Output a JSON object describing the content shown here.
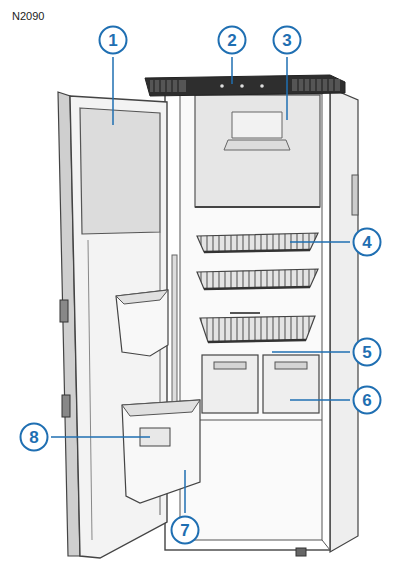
{
  "diagram": {
    "nodes": [
      {
        "text": [
          "1"
        ]
      },
      {
        "text": [
          "2"
        ]
      },
      {
        "text": [
          "3"
        ]
      },
      {
        "text": [
          "4"
        ]
      },
      {
        "text": [
          "5"
        ]
      },
      {
        "text": [
          "6"
        ]
      },
      {
        "text": [
          "8"
        ]
      },
      {
        "text": [
          "7"
        ]
      }
    ],
    "labels": [
      "N2090"
    ]
  }
}
